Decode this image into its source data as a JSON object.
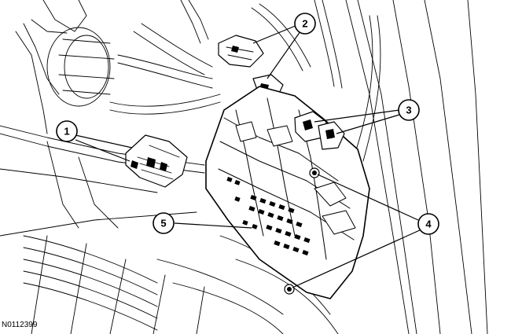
{
  "figure_id": "N0112399",
  "callouts": [
    {
      "label": "1"
    },
    {
      "label": "2"
    },
    {
      "label": "3"
    },
    {
      "label": "4"
    },
    {
      "label": "5"
    }
  ]
}
